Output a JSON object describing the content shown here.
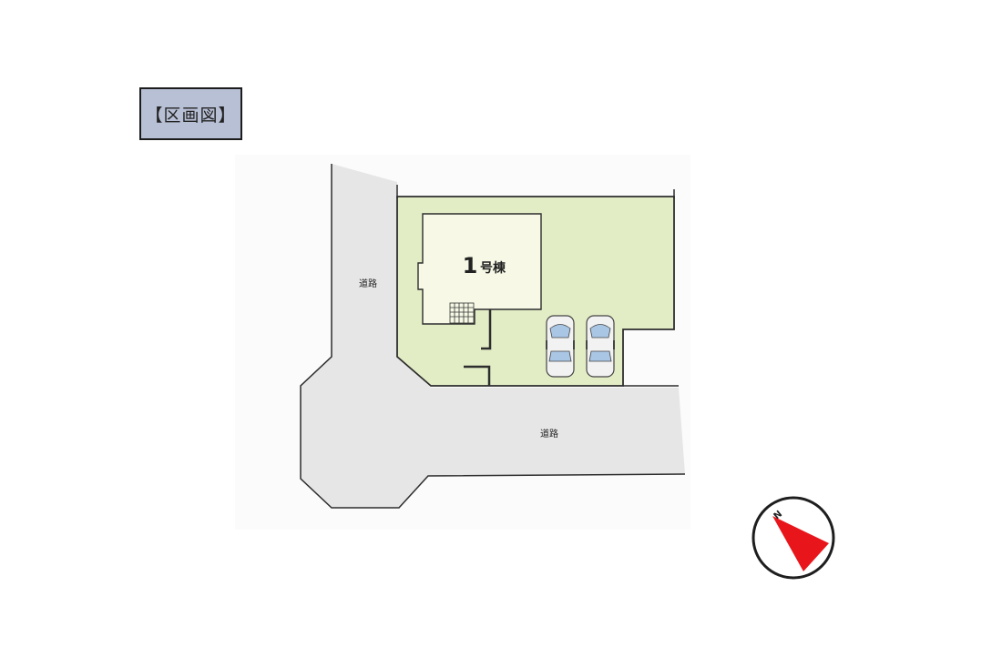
{
  "title": "【区画図】",
  "labels": {
    "road_left": "道路",
    "road_bottom": "道路",
    "building_number": "1",
    "building_suffix": "号棟",
    "compass_letter": "N"
  },
  "colors": {
    "road": "#e6e6e6",
    "lot": "#e2edc6",
    "building": "#f7f9e6",
    "outline": "#2d2d2d",
    "compass_arrow": "#e8161b",
    "title_bg": "#b8c0d6"
  },
  "icons": {
    "compass": "north-arrow-icon",
    "car": "car-icon"
  }
}
